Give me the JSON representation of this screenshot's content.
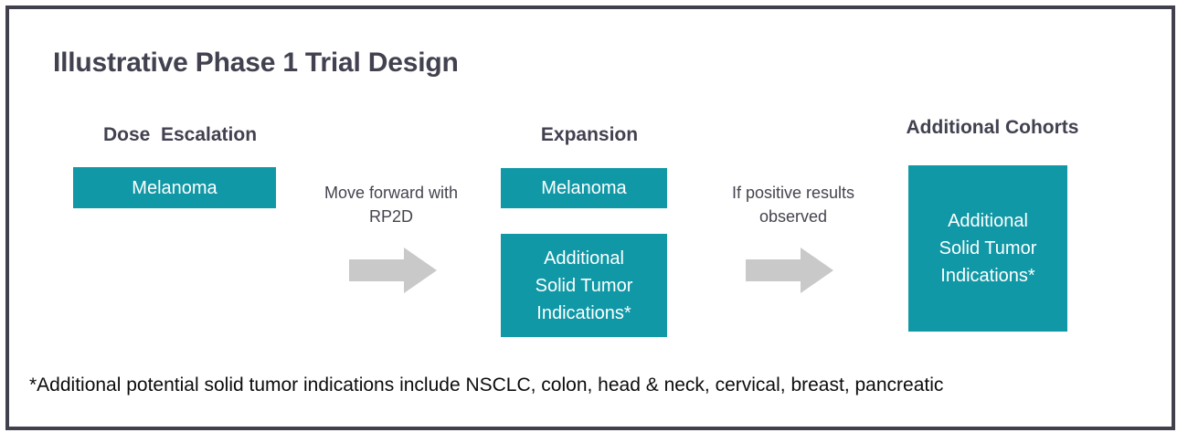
{
  "slide": {
    "title": "Illustrative Phase 1 Trial Design",
    "footnote": "*Additional potential solid tumor indications include NSCLC, colon, head & neck, cervical, breast, pancreatic",
    "colors": {
      "teal": "#1098a6",
      "header_text": "#414150",
      "arrow_gray": "#c9c9c9",
      "border": "#41414d",
      "box_text": "#ffffff",
      "footnote_text": "#0c0c0c"
    }
  },
  "columns": {
    "escalation": {
      "header": "Dose  Escalation",
      "boxes": [
        {
          "lines": [
            "Melanoma"
          ]
        }
      ]
    },
    "expansion": {
      "header": "Expansion",
      "boxes": [
        {
          "lines": [
            "Melanoma"
          ]
        },
        {
          "lines": [
            "Additional",
            "Solid Tumor",
            "Indications*"
          ]
        }
      ]
    },
    "cohorts": {
      "header": "Additional Cohorts",
      "boxes": [
        {
          "lines": [
            "Additional",
            "Solid Tumor",
            "Indications*"
          ]
        }
      ]
    }
  },
  "connectors": [
    {
      "label_line1": "Move forward with",
      "label_line2": "RP2D",
      "icon": "right-arrow-icon"
    },
    {
      "label_line1": "If positive results",
      "label_line2": "observed",
      "icon": "right-arrow-icon"
    }
  ]
}
